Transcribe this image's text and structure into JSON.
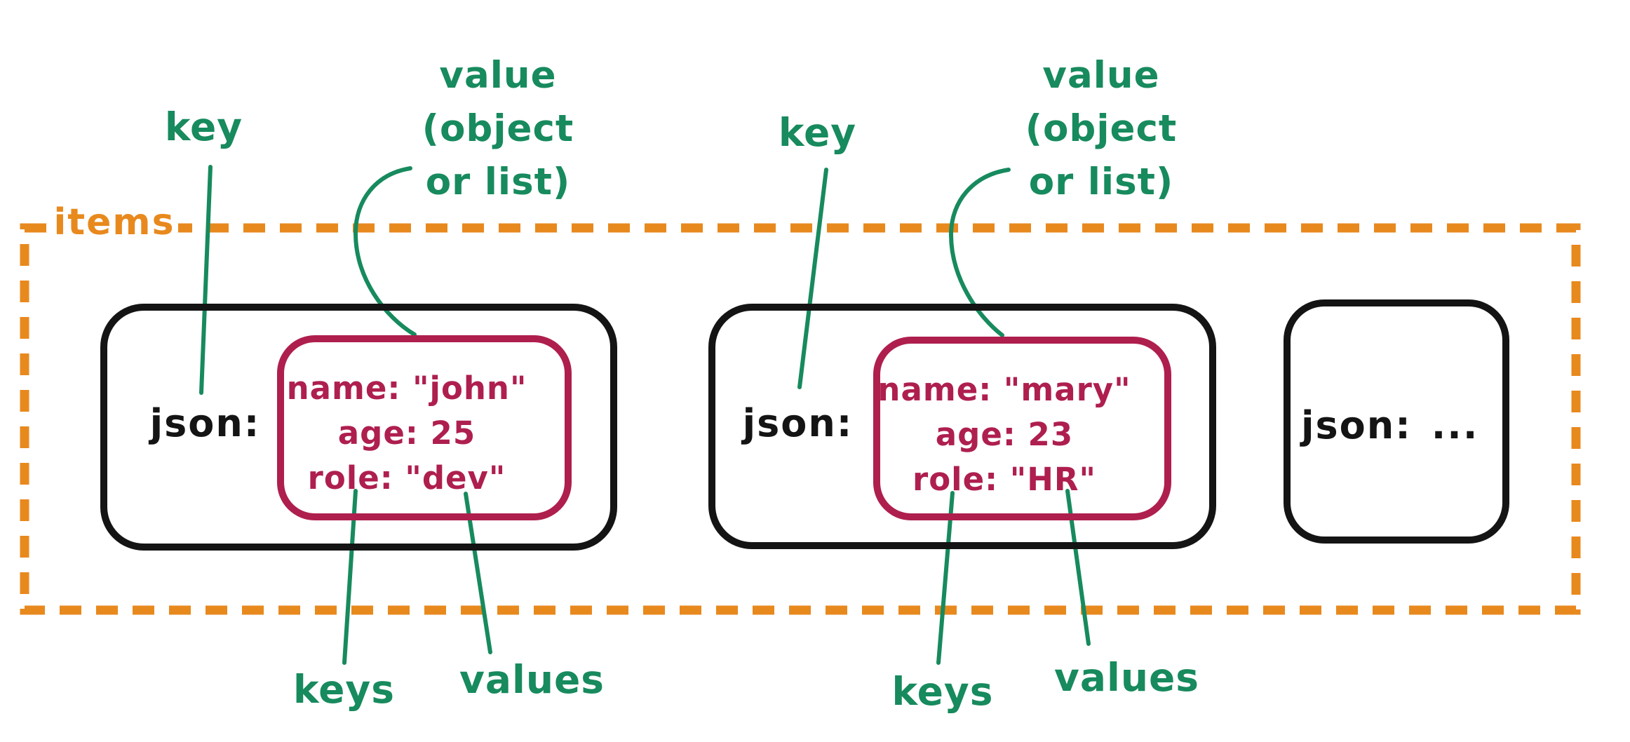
{
  "colors": {
    "green": "#178A5E",
    "orange": "#E8891E",
    "crimson": "#AE1F4E",
    "ink": "#141414"
  },
  "container": {
    "label": "items"
  },
  "callouts": {
    "group1": {
      "key_label": "key",
      "value_label_line1": "value",
      "value_label_line2": "(object",
      "value_label_line3": "or list)",
      "keys_label": "keys",
      "values_label": "values"
    },
    "group2": {
      "key_label": "key",
      "value_label_line1": "value",
      "value_label_line2": "(object",
      "value_label_line3": "or list)",
      "keys_label": "keys",
      "values_label": "values"
    }
  },
  "records": [
    {
      "key_label": "json:",
      "fields": [
        "name: \"john\"",
        "age: 25",
        "role: \"dev\""
      ]
    },
    {
      "key_label": "json:",
      "fields": [
        "name: \"mary\"",
        "age: 23",
        "role: \"HR\""
      ]
    },
    {
      "key_label": "json:",
      "ellipsis": "..."
    }
  ]
}
